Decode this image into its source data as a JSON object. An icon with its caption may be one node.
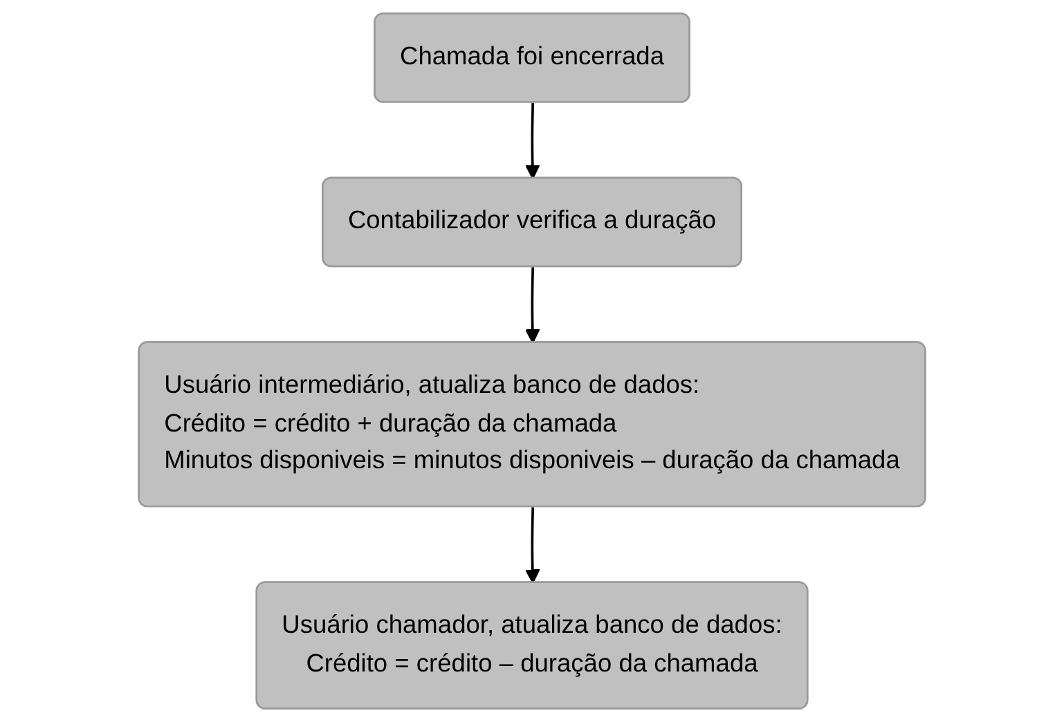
{
  "diagram": {
    "nodes": [
      {
        "text": [
          "Chamada foi encerrada"
        ]
      },
      {
        "text": [
          "Contabilizador verifica a duração"
        ]
      },
      {
        "text": [
          "Usuário intermediário, atualiza banco de dados:",
          "Crédito = crédito + duração da chamada",
          "Minutos disponiveis = minutos disponiveis – duração da chamada"
        ]
      },
      {
        "text": [
          "Usuário chamador, atualiza banco de dados:",
          "Crédito = crédito – duração da chamada"
        ]
      }
    ],
    "edges": [
      {
        "from": 0,
        "to": 1,
        "arrow": "to"
      },
      {
        "from": 1,
        "to": 2,
        "arrow": "to"
      },
      {
        "from": 2,
        "to": 3,
        "arrow": "to"
      }
    ]
  }
}
